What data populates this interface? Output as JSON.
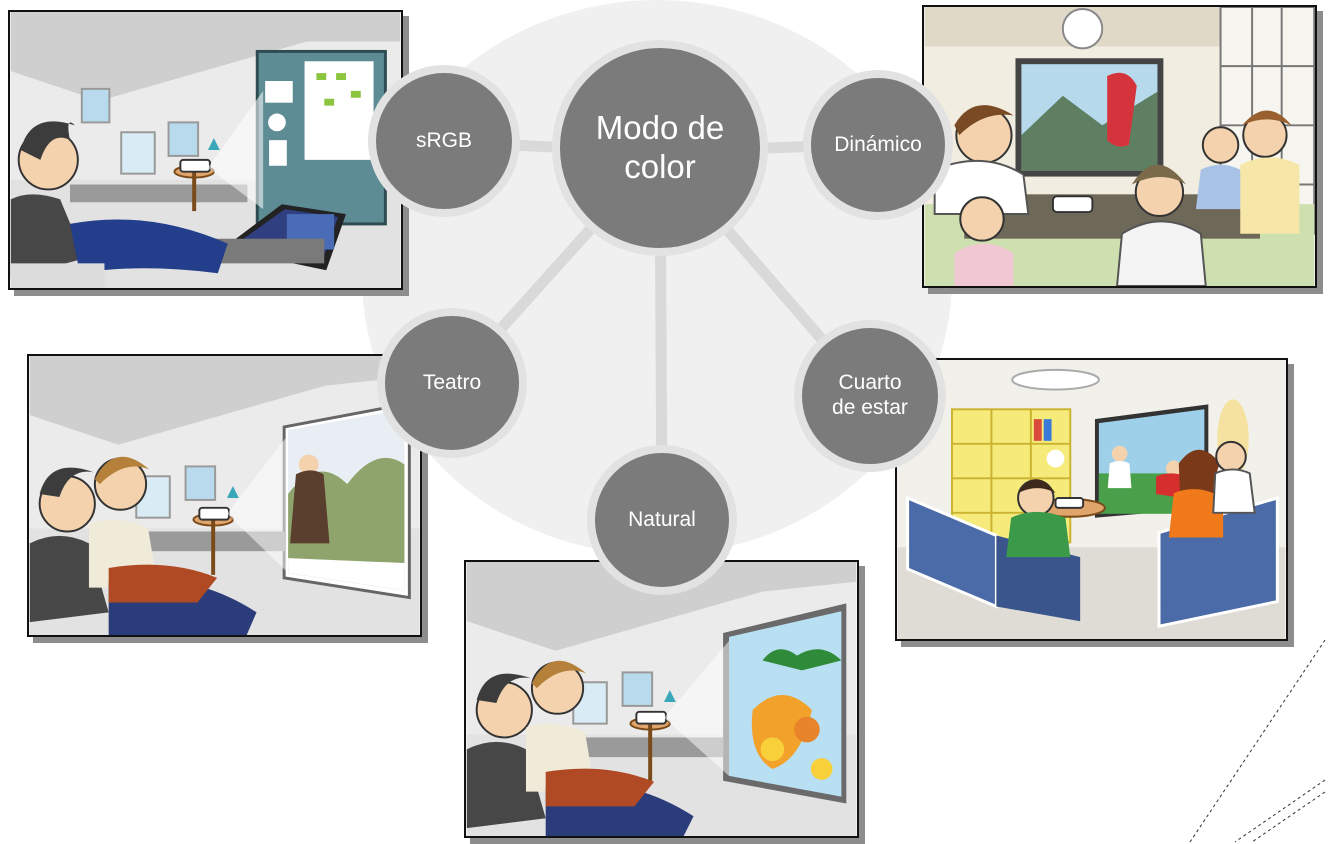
{
  "diagram": {
    "center": {
      "label": "Modo de\ncolor"
    },
    "modes": [
      {
        "id": "srgb",
        "label": "sRGB"
      },
      {
        "id": "dinamico",
        "label": "Dinámico"
      },
      {
        "id": "teatro",
        "label": "Teatro"
      },
      {
        "id": "cuarto",
        "label": "Cuarto\nde estar"
      },
      {
        "id": "natural",
        "label": "Natural"
      }
    ],
    "scenes": [
      {
        "mode": "srgb",
        "icon": "presentation-room-illustration"
      },
      {
        "mode": "dinamico",
        "icon": "tatami-room-family-illustration"
      },
      {
        "mode": "teatro",
        "icon": "dark-theater-room-illustration"
      },
      {
        "mode": "cuarto",
        "icon": "living-room-soccer-illustration"
      },
      {
        "mode": "natural",
        "icon": "room-nature-image-illustration"
      }
    ]
  },
  "colors": {
    "node_fill": "#7b7b7b",
    "node_ring": "#e2e2e2",
    "connector": "#d9d9d9",
    "background_disc": "#f0f0f0",
    "panel_border": "#111111",
    "panel_shadow": "#8d8d8d"
  }
}
